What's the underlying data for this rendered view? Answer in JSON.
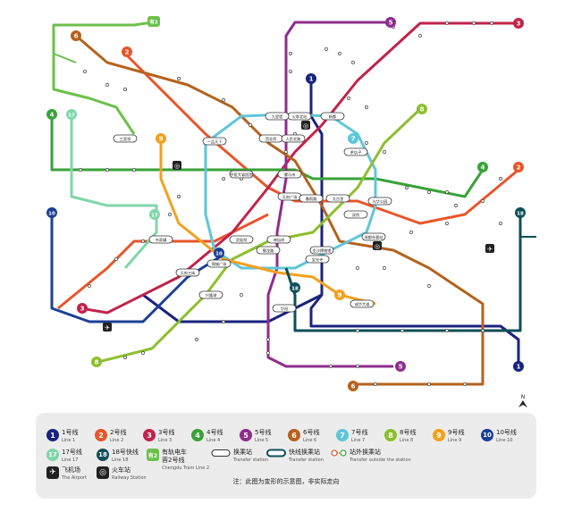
{
  "colors": {
    "l1": "#1a237e",
    "l2": "#e8552a",
    "l3": "#c0234b",
    "l4": "#3aa23a",
    "l5": "#8e2d8c",
    "l6": "#b5621d",
    "l7": "#5fc6d8",
    "l8": "#8cbf2e",
    "l9": "#f2a01e",
    "l10": "#1c3f94",
    "l17": "#7fd6a8",
    "l18": "#0e4f57",
    "tram": "#6cc04a"
  },
  "badges": {
    "top_right_3": "3",
    "top_right_5": "5",
    "top_left_tram": "有2",
    "left_4": "4",
    "left_17": "17",
    "left_10": "10",
    "left_9": "9",
    "center_1": "1",
    "right_8": "8",
    "right_7": "7",
    "right_4": "4",
    "right_2": "2",
    "right_18": "18",
    "bottom_1": "1",
    "bottom_5": "5",
    "bottom_6": "6",
    "bottom_8": "8",
    "bottom_3": "3",
    "mid_9": "9",
    "mid_18": "18",
    "mid_10": "10",
    "mid_17": "17",
    "top_6": "6",
    "top_2": "2"
  },
  "stations": {
    "kuanzhai": "一品天下",
    "xibei": "西北桥",
    "renmin_n": "人民北路",
    "huoche_n": "火车北站",
    "jiulidi": "九里堤",
    "zhongyi": "中医大省医院",
    "luomashi": "骡马市",
    "tianfu": "天府广场",
    "chunxi": "春熙路",
    "taikooli": "太古里",
    "xindu": "新都",
    "wuhou": "武侯祠",
    "guanghua": "光华公园",
    "chadianzi": "茶店子",
    "shuangqiao": "双桥",
    "shuanliu": "双流机场",
    "jinsha": "金沙博物馆",
    "chengdu_e": "成都东客站",
    "shenxianshu": "神仙树",
    "jincheng": "锦城广场",
    "tianfu_sq": "天府三街",
    "xinglong": "兴隆湖",
    "huayang": "华阳",
    "shulong": "蜀龙路",
    "baoguang": "宝光寺",
    "weijian": "韦家碾",
    "sanlijia": "三里坝",
    "chengshi": "成华大道"
  },
  "legend": {
    "lines": [
      {
        "num": "1",
        "cn": "1号线",
        "en": "Line 1"
      },
      {
        "num": "2",
        "cn": "2号线",
        "en": "Line 2"
      },
      {
        "num": "3",
        "cn": "3号线",
        "en": "Line 3"
      },
      {
        "num": "4",
        "cn": "4号线",
        "en": "Line 4"
      },
      {
        "num": "5",
        "cn": "5号线",
        "en": "Line 5"
      },
      {
        "num": "6",
        "cn": "6号线",
        "en": "Line 6"
      },
      {
        "num": "7",
        "cn": "7号线",
        "en": "Line 7"
      },
      {
        "num": "8",
        "cn": "8号线",
        "en": "Line 8"
      },
      {
        "num": "9",
        "cn": "9号线",
        "en": "Line 9"
      },
      {
        "num": "10",
        "cn": "10号线",
        "en": "Line 10"
      }
    ],
    "line17": {
      "num": "17",
      "cn": "17号线",
      "en": "Line 17"
    },
    "line18": {
      "num": "18",
      "cn": "18号快线",
      "en": "Line 18"
    },
    "tram": {
      "num": "有2",
      "cn": "有轨电车\n蓉2号线",
      "en": "Chengdu Tram Line 2"
    },
    "transfer": {
      "cn": "换乘站",
      "en": "Transfer station"
    },
    "express_transfer": {
      "cn": "快线换乘站",
      "en": "Transfer station"
    },
    "outside_transfer": {
      "cn": "站外换乘站",
      "en": "Transfer outside the station"
    },
    "airport": {
      "icon": "✈",
      "cn": "飞机场",
      "en": "The Airport"
    },
    "railway": {
      "icon": "◎",
      "cn": "火车站",
      "en": "Railway Station"
    },
    "note": "注：此图为变形的示意图，非实际走向",
    "north": "N"
  }
}
